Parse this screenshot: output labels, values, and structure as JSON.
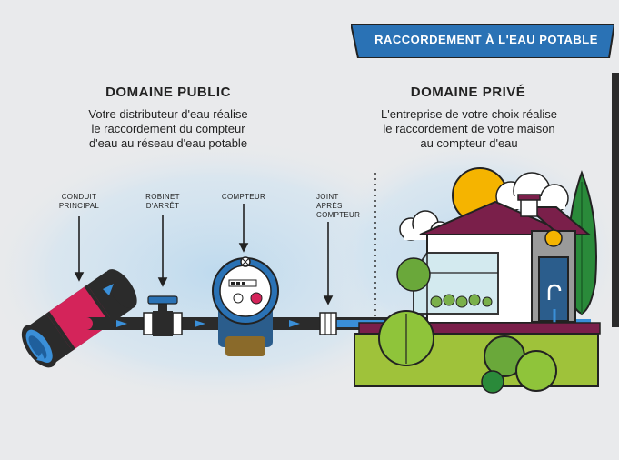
{
  "banner": {
    "title": "RACCORDEMENT À L'EAU POTABLE"
  },
  "public": {
    "title": "DOMAINE PUBLIC",
    "description": "Votre distributeur d'eau réalise\nle raccordement du compteur\nd'eau au réseau d'eau potable"
  },
  "private": {
    "title": "DOMAINE PRIVÉ",
    "description": "L'entreprise de votre choix réalise\nle raccordement de votre maison\nau compteur d'eau"
  },
  "labels": {
    "main_pipe": "CONDUIT\nPRINCIPAL",
    "stop_valve": "ROBINET\nD'ARRÊT",
    "meter": "COMPTEUR",
    "joint": "JOINT\nAPRÈS\nCOMPTEUR"
  },
  "colors": {
    "banner": "#2a72b5",
    "pipe": "#2b2b2b",
    "main_pipe_band": "#d4245a",
    "water_flow": "#3a8fd8",
    "ground": "#9fc23a",
    "roof": "#7a1f4a"
  }
}
